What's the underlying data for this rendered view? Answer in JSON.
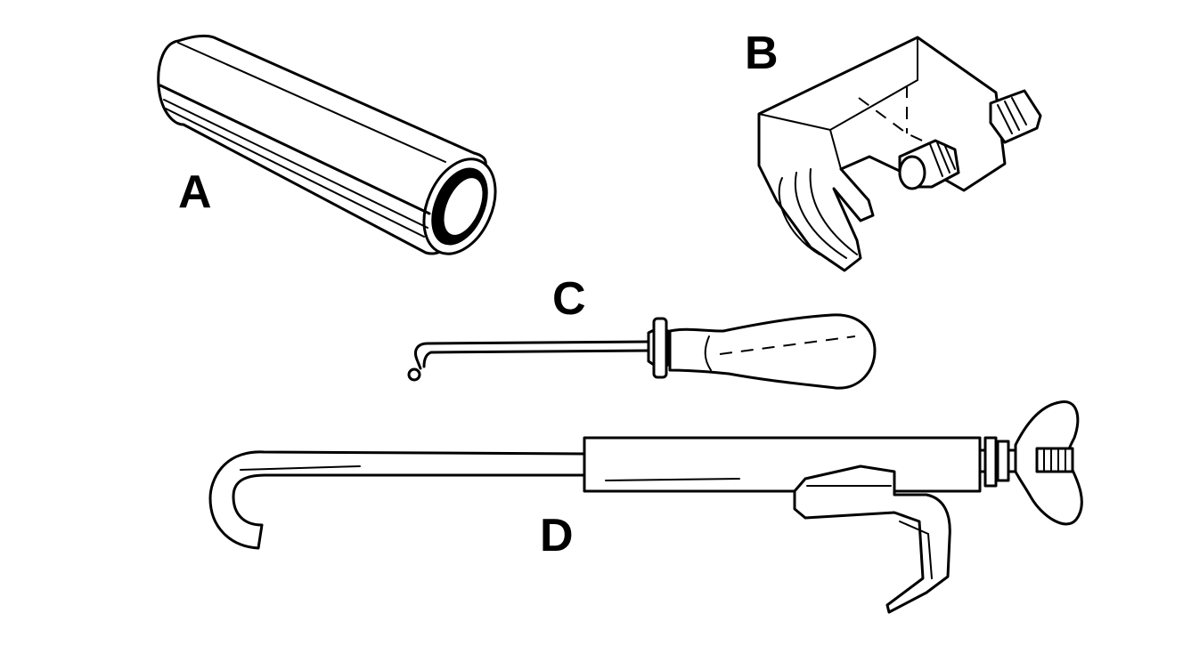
{
  "figure": {
    "labels": {
      "a": "A",
      "b": "B",
      "c": "C",
      "d": "D"
    },
    "tools": [
      {
        "id": "a",
        "icon": "slotted-tube-sleeve-tool-icon"
      },
      {
        "id": "b",
        "icon": "c-clamp-separator-tool-icon"
      },
      {
        "id": "c",
        "icon": "hooked-pick-tool-icon"
      },
      {
        "id": "d",
        "icon": "hook-puller-with-wing-nut-icon"
      }
    ]
  }
}
